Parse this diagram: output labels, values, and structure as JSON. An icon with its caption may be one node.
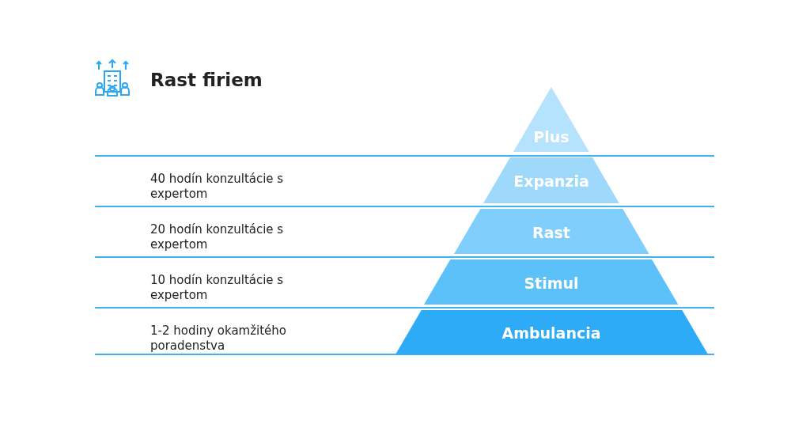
{
  "diagram": {
    "title": "Rast firiem",
    "nodes": [
      {
        "text": [
          "Plus"
        ]
      },
      {
        "text": [
          "Expanzia"
        ]
      },
      {
        "text": [
          "Rast"
        ]
      },
      {
        "text": [
          "Stimul"
        ]
      },
      {
        "text": [
          "Ambulancia"
        ]
      }
    ],
    "labels": [
      "40 hodín konzultácie s expertom",
      "20 hodín konzultácie s expertom",
      "10 hodín konzultácie s expertom",
      "1-2 hodiny okamžitého poradenstva"
    ]
  }
}
